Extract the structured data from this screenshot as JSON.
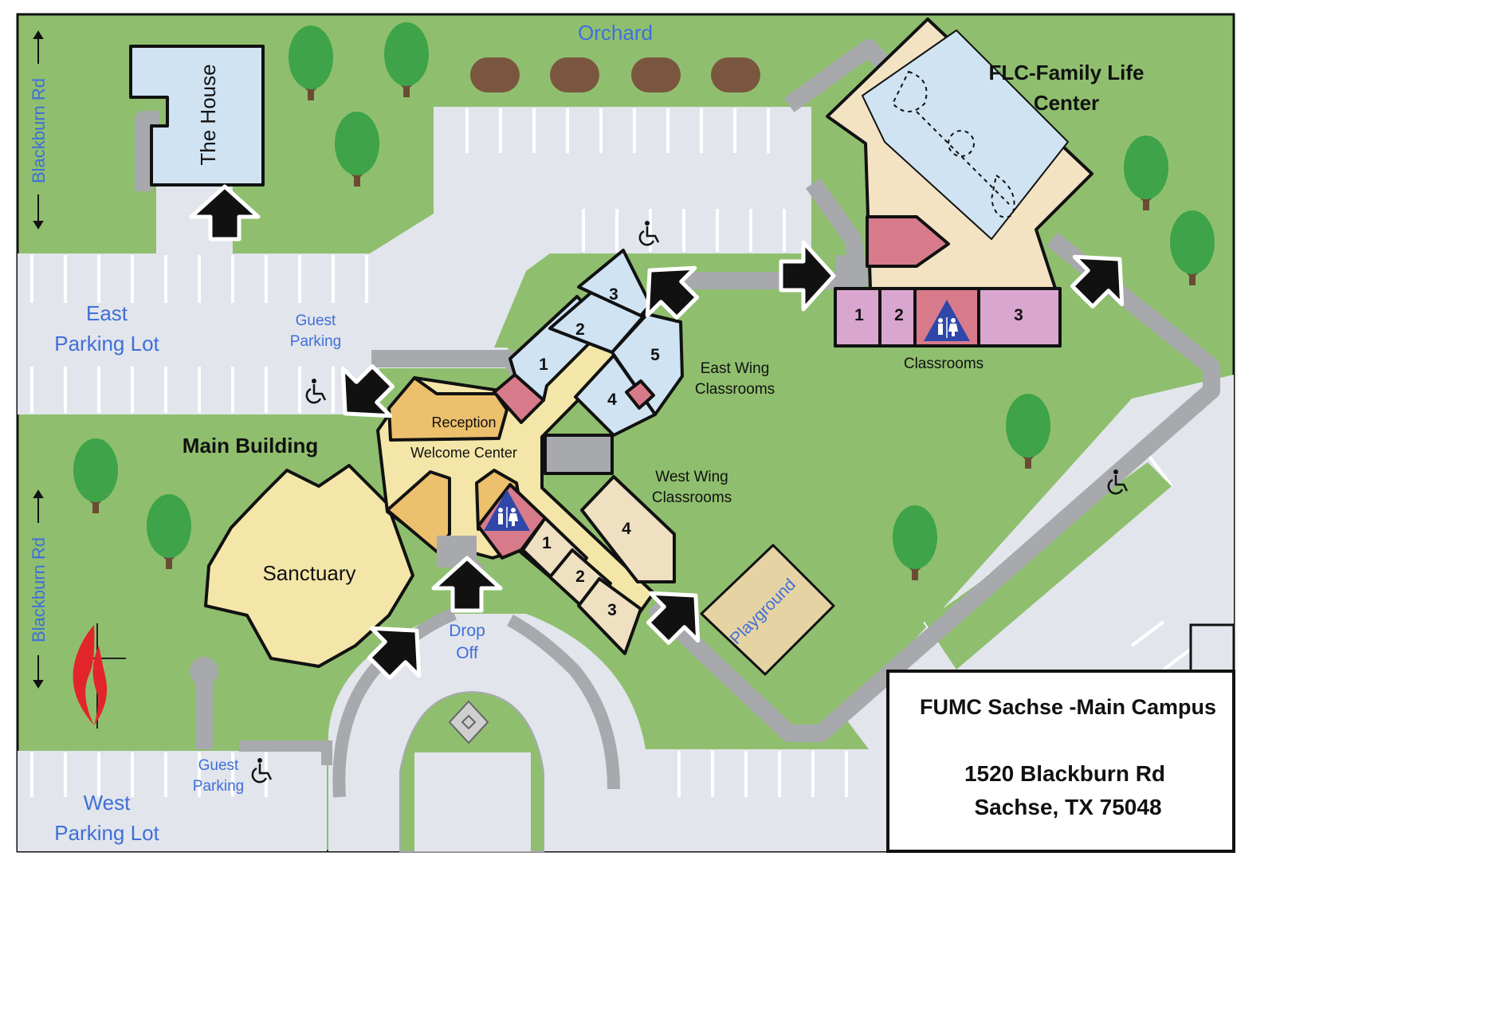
{
  "map": {
    "title": "FUMC Sachse -Main Campus",
    "address_line1": "1520 Blackburn Rd",
    "address_line2": "Sachse, TX 75048"
  },
  "roads": {
    "top": "Blackburn Rd",
    "bottom": "Blackburn Rd"
  },
  "areas": {
    "orchard": "Orchard",
    "house": "The House",
    "flc_line1": "FLC-Family Life",
    "flc_line2": "Center",
    "east_lot_line1": "East",
    "east_lot_line2": "Parking Lot",
    "west_lot_line1": "West",
    "west_lot_line2": "Parking Lot",
    "guest_parking_line1": "Guest",
    "guest_parking_line2": "Parking",
    "main_building": "Main Building",
    "reception": "Reception",
    "welcome_center": "Welcome Center",
    "sanctuary": "Sanctuary",
    "drop_off_line1": "Drop",
    "drop_off_line2": "Off",
    "playground": "Playground",
    "east_wing_line1": "East Wing",
    "east_wing_line2": "Classrooms",
    "west_wing_line1": "West Wing",
    "west_wing_line2": "Classrooms",
    "flc_classrooms": "Classrooms"
  },
  "rooms": {
    "east": [
      "1",
      "2",
      "3",
      "4",
      "5"
    ],
    "west": [
      "1",
      "2",
      "3",
      "4"
    ],
    "flc": [
      "1",
      "2",
      "3"
    ]
  },
  "colors": {
    "grass": "#8fbf6e",
    "pavement": "#e2e5ec",
    "path": "#a7a9ad",
    "building_yellow": "#f4e6a8",
    "reception_orange": "#ecc06c",
    "classroom_blue": "#cfe3f3",
    "classroom_tan": "#efe0c2",
    "restroom_red": "#d77b8b",
    "flc_pink": "#d9a6cf",
    "tree_green": "#3ea349",
    "orchard_brown": "#7a5640",
    "label_blue": "#3f6fd8",
    "restroom_icon": "#2f47a8"
  },
  "icons": [
    "accessible-parking-icon",
    "restroom-icon",
    "entrance-arrow-icon",
    "tree-icon",
    "church-logo-icon"
  ]
}
